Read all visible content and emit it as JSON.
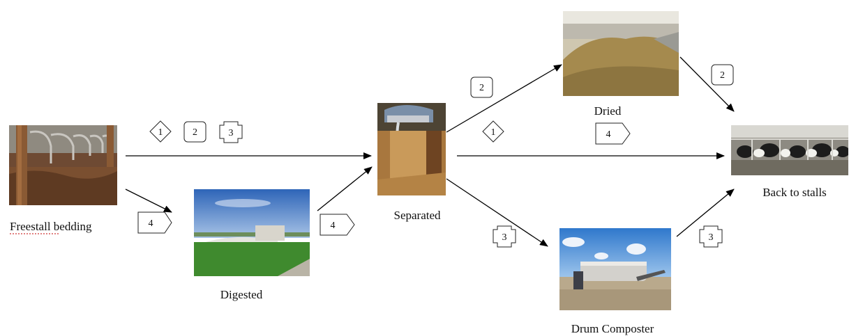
{
  "stages": {
    "freestall": "Freestall bedding",
    "digested": "Digested",
    "separated": "Separated",
    "dried": "Dried",
    "composter": "Drum Composter",
    "stalls": "Back to stalls"
  },
  "badges": {
    "b_top_1": "1",
    "b_top_2": "2",
    "b_top_3": "3",
    "b_free_4": "4",
    "b_dig_4": "4",
    "b_sep_dried_2": "2",
    "b_sep_1": "1",
    "b_sep_4": "4",
    "b_dried_2": "2",
    "b_sep_comp_3": "3",
    "b_comp_3": "3"
  },
  "legend_shapes": {
    "1": "diamond",
    "2": "rounded-square",
    "3": "cross",
    "4": "pentagon-arrow"
  }
}
